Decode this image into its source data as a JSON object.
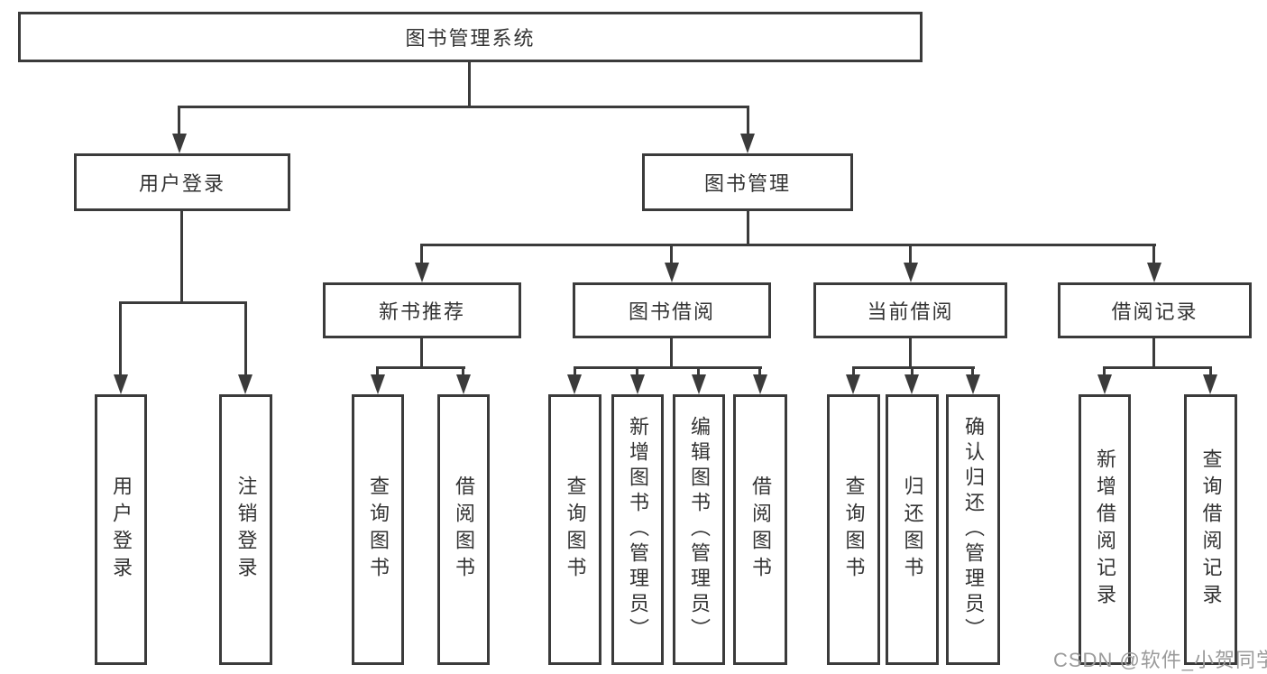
{
  "title": "图书管理系统",
  "level2": {
    "user": "用户登录",
    "books": "图书管理"
  },
  "level3": {
    "recommend": "新书推荐",
    "borrow": "图书借阅",
    "current": "当前借阅",
    "records": "借阅记录"
  },
  "leaves": {
    "user": [
      "用户登录",
      "注销登录"
    ],
    "recommend": [
      "查询图书",
      "借阅图书"
    ],
    "borrow": [
      "查询图书",
      "新增图书（管理员）",
      "编辑图书（管理员）",
      "借阅图书"
    ],
    "current": [
      "查询图书",
      "归还图书",
      "确认归还（管理员）"
    ],
    "records": [
      "新增借阅记录",
      "查询借阅记录"
    ]
  },
  "watermark": "CSDN @软件_小贺同学",
  "colors": {
    "line": "#3b3b3b",
    "text": "#333333",
    "watermark": "#9b9b9b",
    "background": "#ffffff"
  }
}
